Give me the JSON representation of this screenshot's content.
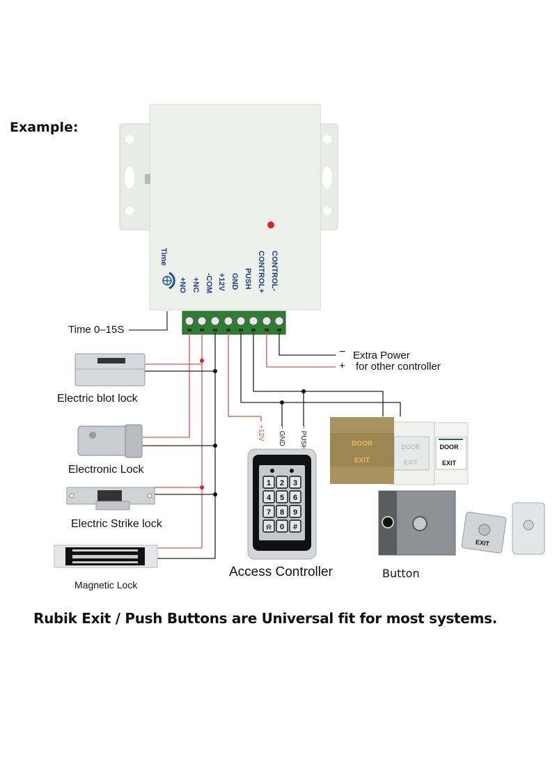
{
  "header": {
    "example_label": "Example:"
  },
  "controller_box": {
    "led_color": "#d7261e",
    "time_label": "Time",
    "terminals": [
      "+NO",
      "+NC",
      "-COM",
      "+12V",
      "GND",
      "PUSH",
      "CONTROL+",
      "CONTROL-"
    ],
    "terminal_block_color": "#2e7d32"
  },
  "annotations": {
    "time_range": "Time  0–15S",
    "extra_power_minus": "−",
    "extra_power_plus": "+",
    "extra_power_line1": "Extra Power",
    "extra_power_line2": "for other controller"
  },
  "locks": [
    {
      "name": "Electric blot lock"
    },
    {
      "name": "Electronic Lock"
    },
    {
      "name": "Electric Strike lock"
    },
    {
      "name": "Magnetic Lock"
    }
  ],
  "access_controller": {
    "label": "Access Controller",
    "wire_labels": [
      "+12V",
      "− GND",
      "− PUSH"
    ],
    "keys": [
      "1",
      "2",
      "3",
      "4",
      "5",
      "6",
      "7",
      "8",
      "9",
      "⍾",
      "0",
      "#"
    ]
  },
  "buttons": {
    "label": "Button",
    "door_exit_top": "DOOR",
    "door_exit_bottom": "EXIT",
    "exit_label": "EXIT"
  },
  "wire_colors": {
    "red": "#d9534f",
    "black": "#222222",
    "junction_red": "#e0202a"
  },
  "footer": {
    "note": "Rubik Exit / Push Buttons are Universal fit for most systems."
  }
}
